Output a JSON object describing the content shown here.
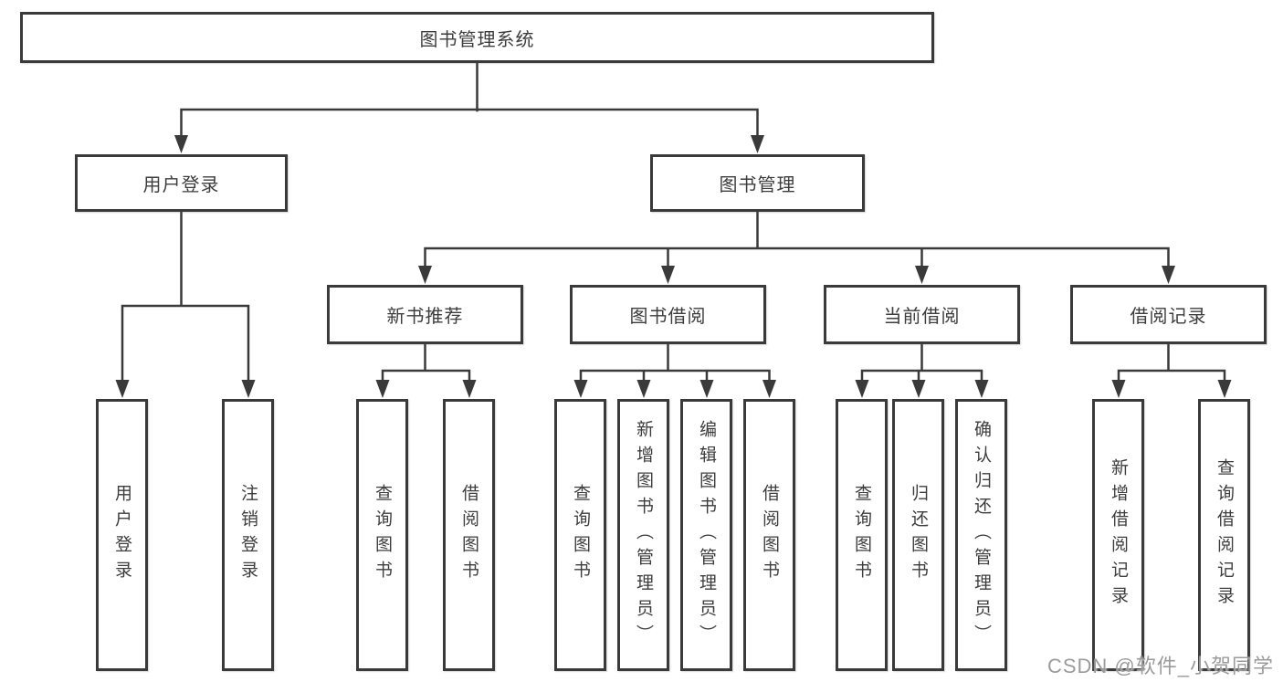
{
  "diagram": {
    "title": "图书管理系统",
    "root": {
      "label": "图书管理系统"
    },
    "level2": [
      {
        "label": "用户登录"
      },
      {
        "label": "图书管理"
      }
    ],
    "level3": [
      {
        "label": "新书推荐",
        "parent": "图书管理"
      },
      {
        "label": "图书借阅",
        "parent": "图书管理"
      },
      {
        "label": "当前借阅",
        "parent": "图书管理"
      },
      {
        "label": "借阅记录",
        "parent": "图书管理"
      }
    ],
    "leaves": [
      {
        "label": "用户登录",
        "parent": "用户登录"
      },
      {
        "label": "注销登录",
        "parent": "用户登录"
      },
      {
        "label": "查询图书",
        "parent": "新书推荐"
      },
      {
        "label": "借阅图书",
        "parent": "新书推荐"
      },
      {
        "label": "查询图书",
        "parent": "图书借阅"
      },
      {
        "label": "新增图书（管理员）",
        "parent": "图书借阅"
      },
      {
        "label": "编辑图书（管理员）",
        "parent": "图书借阅"
      },
      {
        "label": "借阅图书",
        "parent": "图书借阅"
      },
      {
        "label": "查询图书",
        "parent": "当前借阅"
      },
      {
        "label": "归还图书",
        "parent": "当前借阅"
      },
      {
        "label": "确认归还（管理员）",
        "parent": "当前借阅"
      },
      {
        "label": "新增借阅记录",
        "parent": "借阅记录"
      },
      {
        "label": "查询借阅记录",
        "parent": "借阅记录"
      }
    ]
  },
  "watermark": {
    "text": "CSDN @软件_小贺同学"
  },
  "colors": {
    "line": "#3a3a3a",
    "box_border": "#3a3a3a",
    "text": "#3d3d3d",
    "background": "#ffffff",
    "watermark": "#9b9b9b"
  }
}
